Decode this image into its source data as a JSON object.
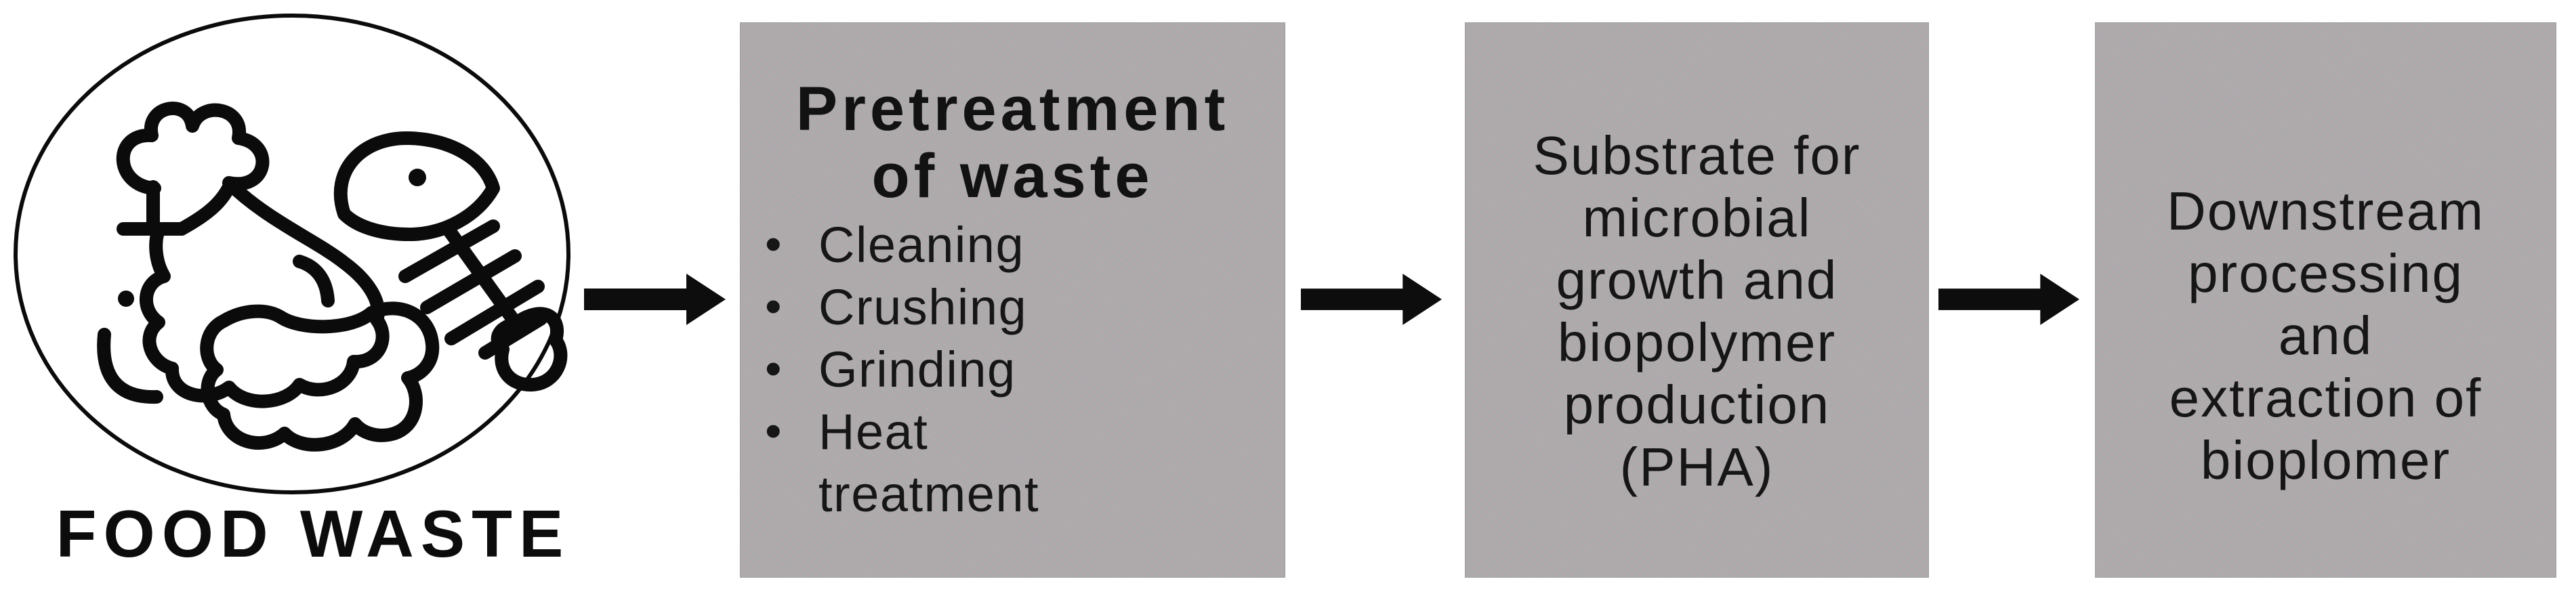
{
  "figure": {
    "description": "Process flow diagram from food waste to biopolymer (PHA) extraction"
  },
  "colors": {
    "background": "#ffffff",
    "box_fill": "#adaaac",
    "box_border": "#9e9b9d",
    "arrow_black": "#0d0d0d",
    "text_black": "#141414",
    "icon_stroke": "#0b0b0b"
  },
  "source": {
    "label": "FOOD WASTE",
    "icons": [
      "drumstick-icon",
      "fish-skeleton-icon",
      "apple-core-icon"
    ]
  },
  "steps": [
    {
      "title": "Pretreatment of waste",
      "bullets": [
        "Cleaning",
        "Crushing",
        "Grinding",
        "Heat treatment"
      ]
    },
    {
      "text": "Substrate for microbial growth and biopolymer production (PHA)"
    },
    {
      "text": "Downstream processing and extraction of bioplomer"
    }
  ]
}
